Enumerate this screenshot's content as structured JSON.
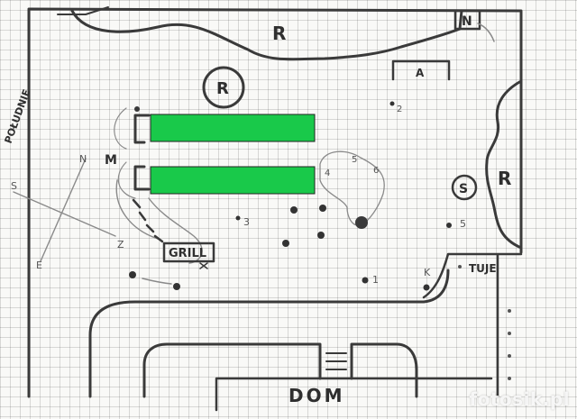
{
  "colors": {
    "ink": "#3a3a3a",
    "pencil": "#8a8a8a",
    "bed_fill": "#19c94a",
    "paper": "#f9f9f7"
  },
  "labels": {
    "north": "N",
    "region_top": "R",
    "region_circle": "R",
    "region_right": "R",
    "region_a": "A",
    "region_s": "S",
    "m_label": "M",
    "grill": "GRILL",
    "side": "POŁUDNIE",
    "house": "DOM",
    "tuje": "TUJE",
    "compass_n": "N",
    "compass_s": "S",
    "compass_e": "E",
    "compass_z": "Z",
    "point_1": "1",
    "point_2": "2",
    "point_3": "3",
    "point_4": "4",
    "point_5": "5",
    "point_6": "6",
    "point_7": "5",
    "point_k": "K"
  },
  "watermark": "fotosik.pl"
}
